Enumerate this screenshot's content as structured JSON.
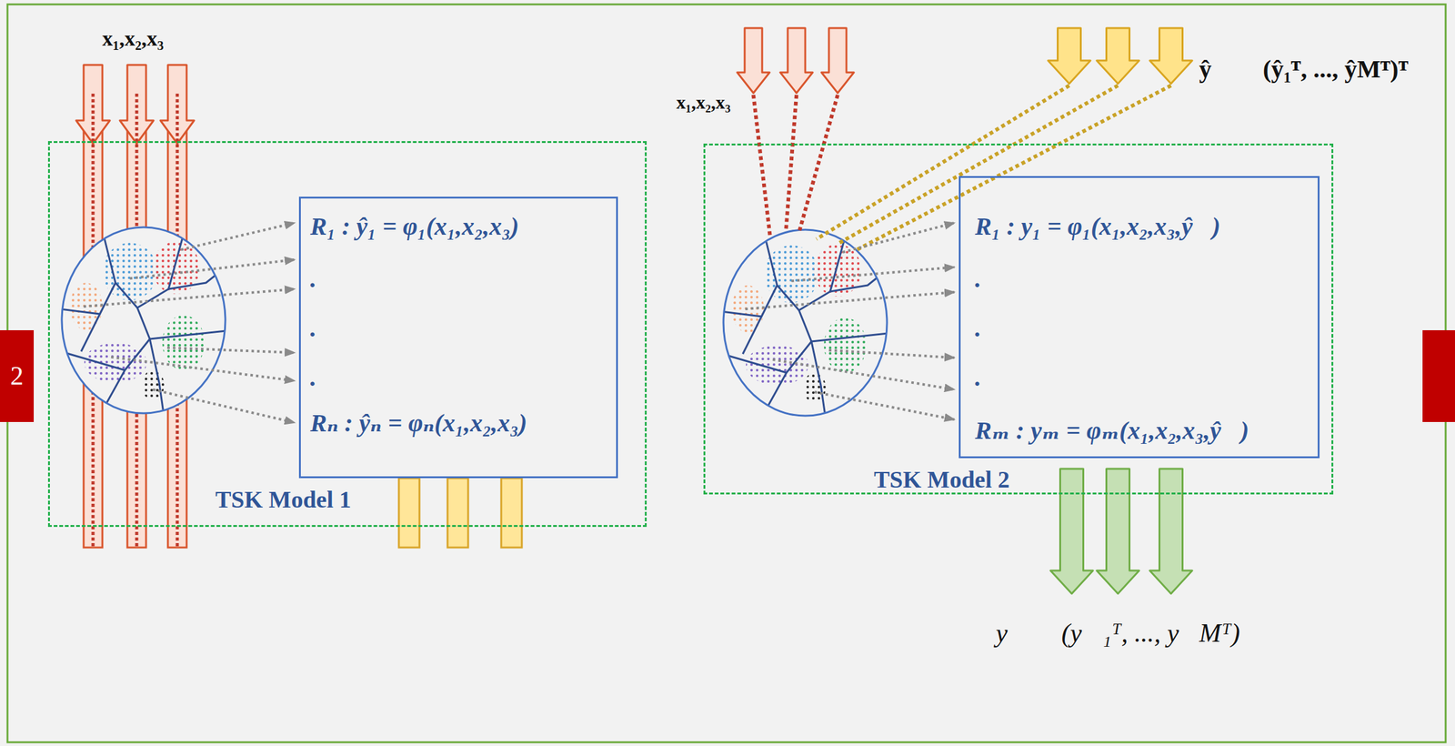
{
  "diagram": {
    "nodes": [
      {
        "text": [
          "2"
        ]
      },
      {
        "text": [
          "TSK Model 1"
        ]
      },
      {
        "text": [
          "R₁ : ŷ₁ = φ₁(x₁,x₂,x₃)",
          ".",
          ".",
          ".",
          "Rₙ : ŷₙ = φₙ(x₁,x₂,x₃)"
        ],
        "in": 1
      },
      {
        "text": [
          "TSK Model 2"
        ]
      },
      {
        "text": [
          "R₁ : y₁ = φ₁(x₁,x₂,x₃,ŷ⃗)",
          ".",
          ".",
          ".",
          "Rₘ : yₘ = φₘ(x₁,x₂,x₃,ŷ⃗)"
        ],
        "in": 3
      }
    ],
    "labels": [
      "x₁,x₂,x₃",
      "x₁,x₂,x₃",
      "ŷ⃗ ≜ (ŷ₁ᵀ, ..., ŷMᵀ)ᵀ",
      "y⃗ ≜ (y⃗₁ᵀ, ..., y⃗Mᵀ)"
    ]
  }
}
